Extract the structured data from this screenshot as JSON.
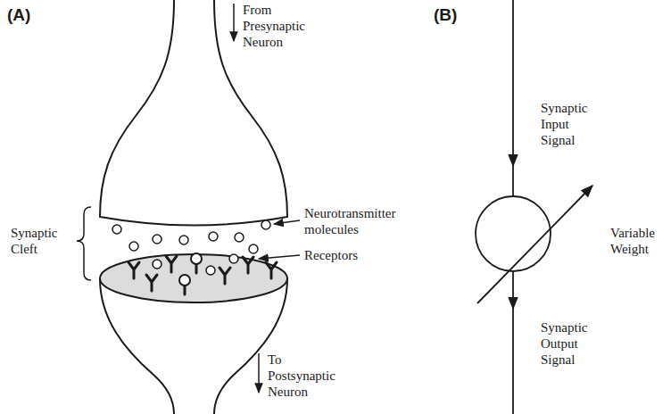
{
  "diagram": {
    "labels": [
      "(A)",
      "From Presynaptic Neuron",
      "Synaptic Cleft",
      "Neurotransmitter molecules",
      "Receptors",
      "To Postsynaptic Neuron",
      "(B)",
      "Synaptic Input Signal",
      "Variable Weight",
      "Synaptic Output Signal"
    ]
  }
}
